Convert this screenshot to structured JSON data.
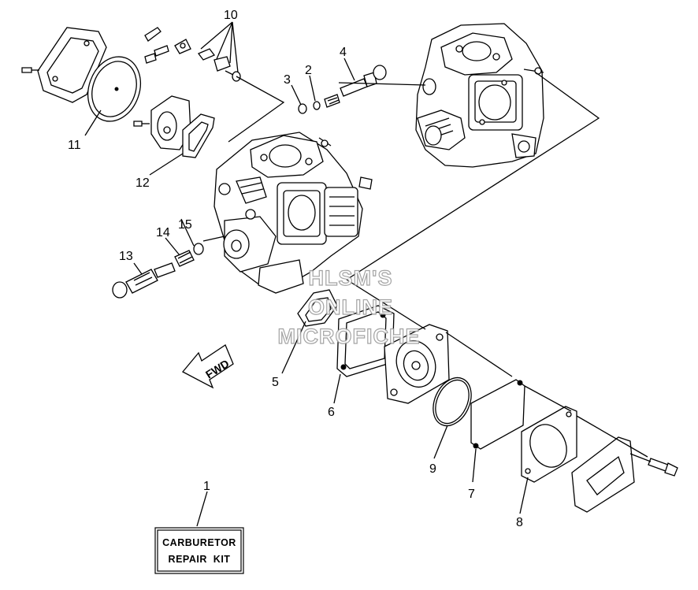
{
  "callouts": {
    "n1": "1",
    "n2": "2",
    "n3": "3",
    "n4": "4",
    "n5": "5",
    "n6": "6",
    "n7": "7",
    "n8": "8",
    "n9": "9",
    "n10": "10",
    "n11": "11",
    "n12": "12",
    "n13": "13",
    "n14": "14",
    "n15": "15"
  },
  "kit_label": {
    "line1": "CARBURETOR",
    "line2": "REPAIR  KIT"
  },
  "direction_arrow": "FWD",
  "watermark": {
    "line1": "HLSM'S",
    "line2": "ONLINE",
    "line3": "MICROFICHE"
  }
}
